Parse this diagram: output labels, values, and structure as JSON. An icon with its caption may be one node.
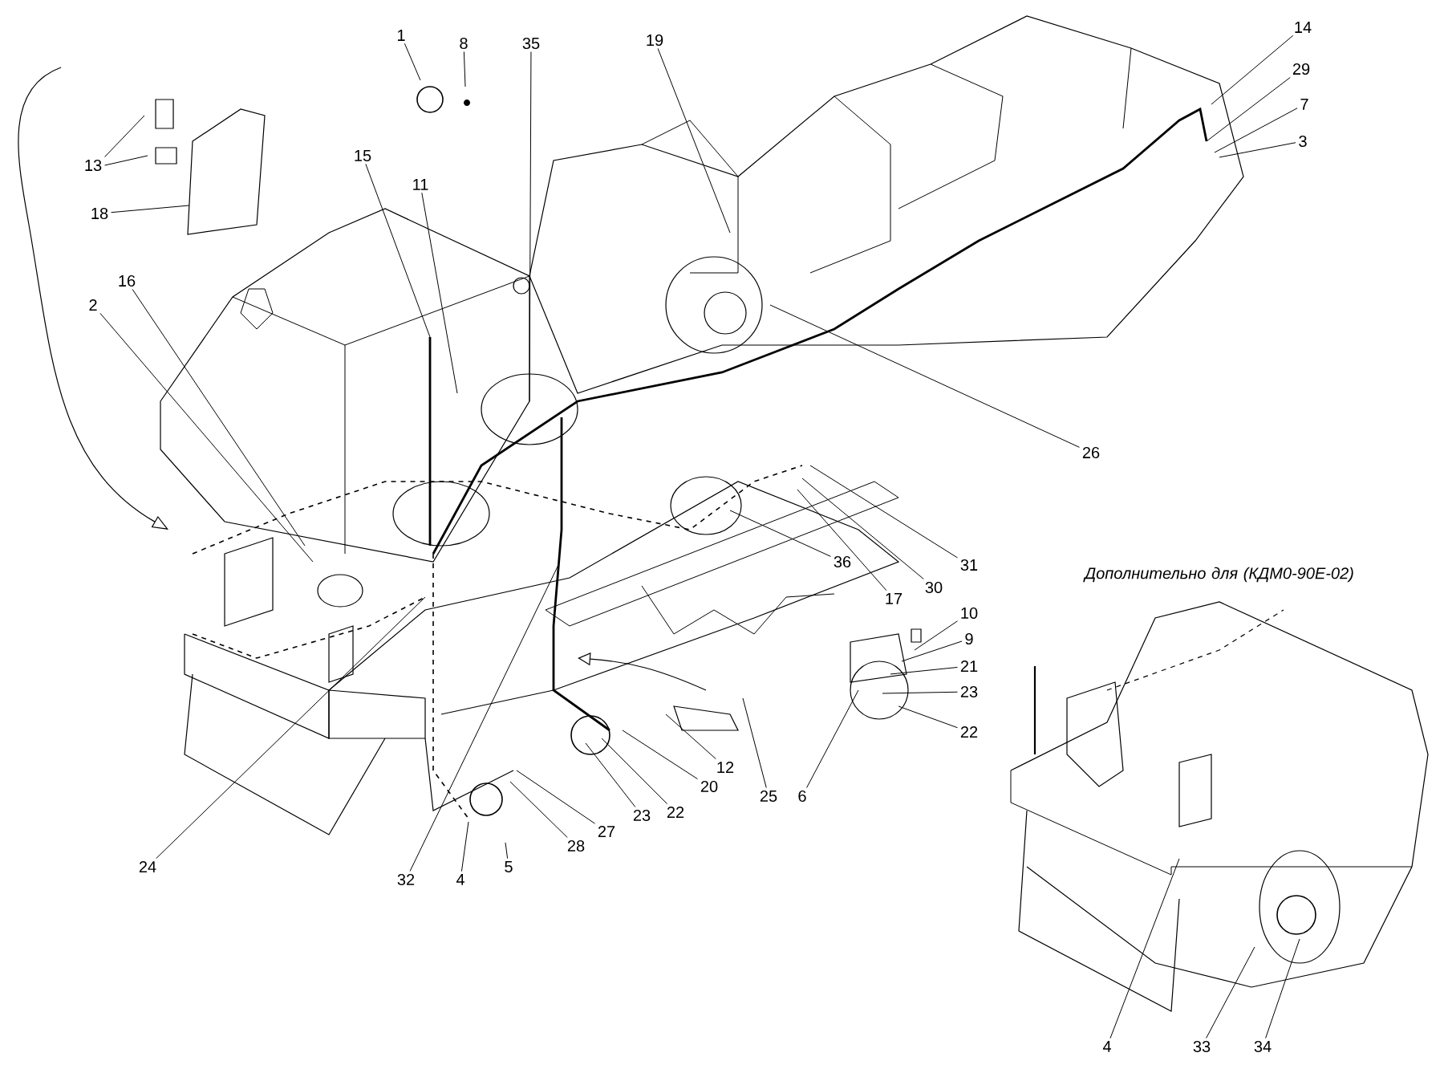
{
  "diagram": {
    "nodes": [
      {
        "text": [
          "1"
        ]
      },
      {
        "text": [
          "8"
        ]
      },
      {
        "text": [
          "35"
        ]
      },
      {
        "text": [
          "19"
        ]
      },
      {
        "text": [
          "14"
        ]
      },
      {
        "text": [
          "29"
        ]
      },
      {
        "text": [
          "7"
        ]
      },
      {
        "text": [
          "3"
        ]
      },
      {
        "text": [
          "13"
        ]
      },
      {
        "text": [
          "18"
        ]
      },
      {
        "text": [
          "15"
        ]
      },
      {
        "text": [
          "11"
        ]
      },
      {
        "text": [
          "16"
        ]
      },
      {
        "text": [
          "2"
        ]
      },
      {
        "text": [
          "26"
        ]
      },
      {
        "text": [
          "36"
        ]
      },
      {
        "text": [
          "31"
        ]
      },
      {
        "text": [
          "30"
        ]
      },
      {
        "text": [
          "17"
        ]
      },
      {
        "text": [
          "10"
        ]
      },
      {
        "text": [
          "9"
        ]
      },
      {
        "text": [
          "21"
        ]
      },
      {
        "text": [
          "23"
        ]
      },
      {
        "text": [
          "22"
        ]
      },
      {
        "text": [
          "12"
        ]
      },
      {
        "text": [
          "25"
        ]
      },
      {
        "text": [
          "6"
        ]
      },
      {
        "text": [
          "20"
        ]
      },
      {
        "text": [
          "22"
        ]
      },
      {
        "text": [
          "23"
        ]
      },
      {
        "text": [
          "27"
        ]
      },
      {
        "text": [
          "28"
        ]
      },
      {
        "text": [
          "24"
        ]
      },
      {
        "text": [
          "32"
        ]
      },
      {
        "text": [
          "4"
        ]
      },
      {
        "text": [
          "5"
        ]
      },
      {
        "text": [
          "4"
        ]
      },
      {
        "text": [
          "33"
        ]
      },
      {
        "text": [
          "34"
        ]
      }
    ],
    "edges": [
      {
        "from": 0,
        "to": null,
        "arrow": "none"
      },
      {
        "from": 1,
        "to": null,
        "arrow": "none"
      },
      {
        "from": 2,
        "to": null,
        "arrow": "none"
      },
      {
        "from": 3,
        "to": null,
        "arrow": "none"
      },
      {
        "from": 4,
        "to": null,
        "arrow": "none"
      },
      {
        "from": 5,
        "to": null,
        "arrow": "none"
      },
      {
        "from": 6,
        "to": null,
        "arrow": "none"
      },
      {
        "from": 7,
        "to": null,
        "arrow": "none"
      },
      {
        "from": 8,
        "to": null,
        "arrow": "none"
      },
      {
        "from": 8,
        "to": null,
        "arrow": "none"
      },
      {
        "from": 9,
        "to": null,
        "arrow": "none"
      },
      {
        "from": 10,
        "to": null,
        "arrow": "none"
      },
      {
        "from": 11,
        "to": null,
        "arrow": "none"
      },
      {
        "from": 12,
        "to": null,
        "arrow": "none"
      },
      {
        "from": 13,
        "to": null,
        "arrow": "none"
      },
      {
        "from": 14,
        "to": null,
        "arrow": "none"
      },
      {
        "from": 15,
        "to": null,
        "arrow": "none"
      },
      {
        "from": 16,
        "to": null,
        "arrow": "none"
      },
      {
        "from": 17,
        "to": null,
        "arrow": "none"
      },
      {
        "from": 18,
        "to": null,
        "arrow": "none"
      },
      {
        "from": 19,
        "to": null,
        "arrow": "none"
      },
      {
        "from": 20,
        "to": null,
        "arrow": "none"
      },
      {
        "from": 21,
        "to": null,
        "arrow": "none"
      },
      {
        "from": 22,
        "to": null,
        "arrow": "none"
      },
      {
        "from": 23,
        "to": null,
        "arrow": "none"
      },
      {
        "from": 24,
        "to": null,
        "arrow": "none"
      },
      {
        "from": 25,
        "to": null,
        "arrow": "none"
      },
      {
        "from": 26,
        "to": null,
        "arrow": "none"
      },
      {
        "from": 27,
        "to": null,
        "arrow": "none"
      },
      {
        "from": 28,
        "to": null,
        "arrow": "none"
      },
      {
        "from": 29,
        "to": null,
        "arrow": "none"
      },
      {
        "from": 30,
        "to": null,
        "arrow": "none"
      },
      {
        "from": 31,
        "to": null,
        "arrow": "none"
      },
      {
        "from": 32,
        "to": null,
        "arrow": "none"
      },
      {
        "from": 33,
        "to": null,
        "arrow": "none"
      },
      {
        "from": 34,
        "to": null,
        "arrow": "none"
      },
      {
        "from": 35,
        "to": null,
        "arrow": "none"
      },
      {
        "from": 36,
        "to": null,
        "arrow": "none"
      },
      {
        "from": 37,
        "to": null,
        "arrow": "none"
      },
      {
        "from": 38,
        "to": null,
        "arrow": "none"
      }
    ],
    "labels": [
      "Дополнительно для (КДМ0-90Е-02)"
    ]
  }
}
